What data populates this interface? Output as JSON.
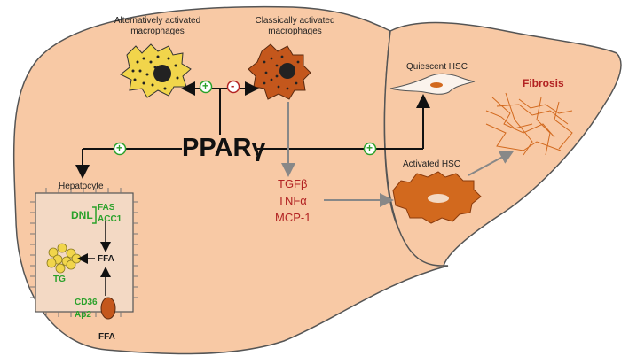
{
  "macrophages": {
    "alternative_label": "Alternatively activated macrophages",
    "classical_label": "Classically activated macrophages"
  },
  "center": {
    "label": "PPARγ"
  },
  "signs": {
    "plus": "+",
    "minus": "-"
  },
  "hsc": {
    "quiescent_label": "Quiescent HSC",
    "activated_label": "Activated HSC",
    "fibrosis_label": "Fibrosis"
  },
  "cytokines": [
    "TGFβ",
    "TNFα",
    "MCP-1"
  ],
  "hepatocyte": {
    "title": "Hepatocyte",
    "dnl": "DNL",
    "fas": "FAS",
    "acc1": "ACC1",
    "ffa_inner": "FFA",
    "tg": "TG",
    "cd36": "CD36",
    "ap2": "Ap2",
    "ffa_outer": "FFA"
  },
  "colors": {
    "liver_fill": "#f8c9a5",
    "liver_stroke": "#555555",
    "green": "#2aa12a",
    "red_text": "#b22222",
    "orange": "#d2691e",
    "macrophage_yellow": "#f1d54b",
    "arrow_gray": "#888888"
  }
}
